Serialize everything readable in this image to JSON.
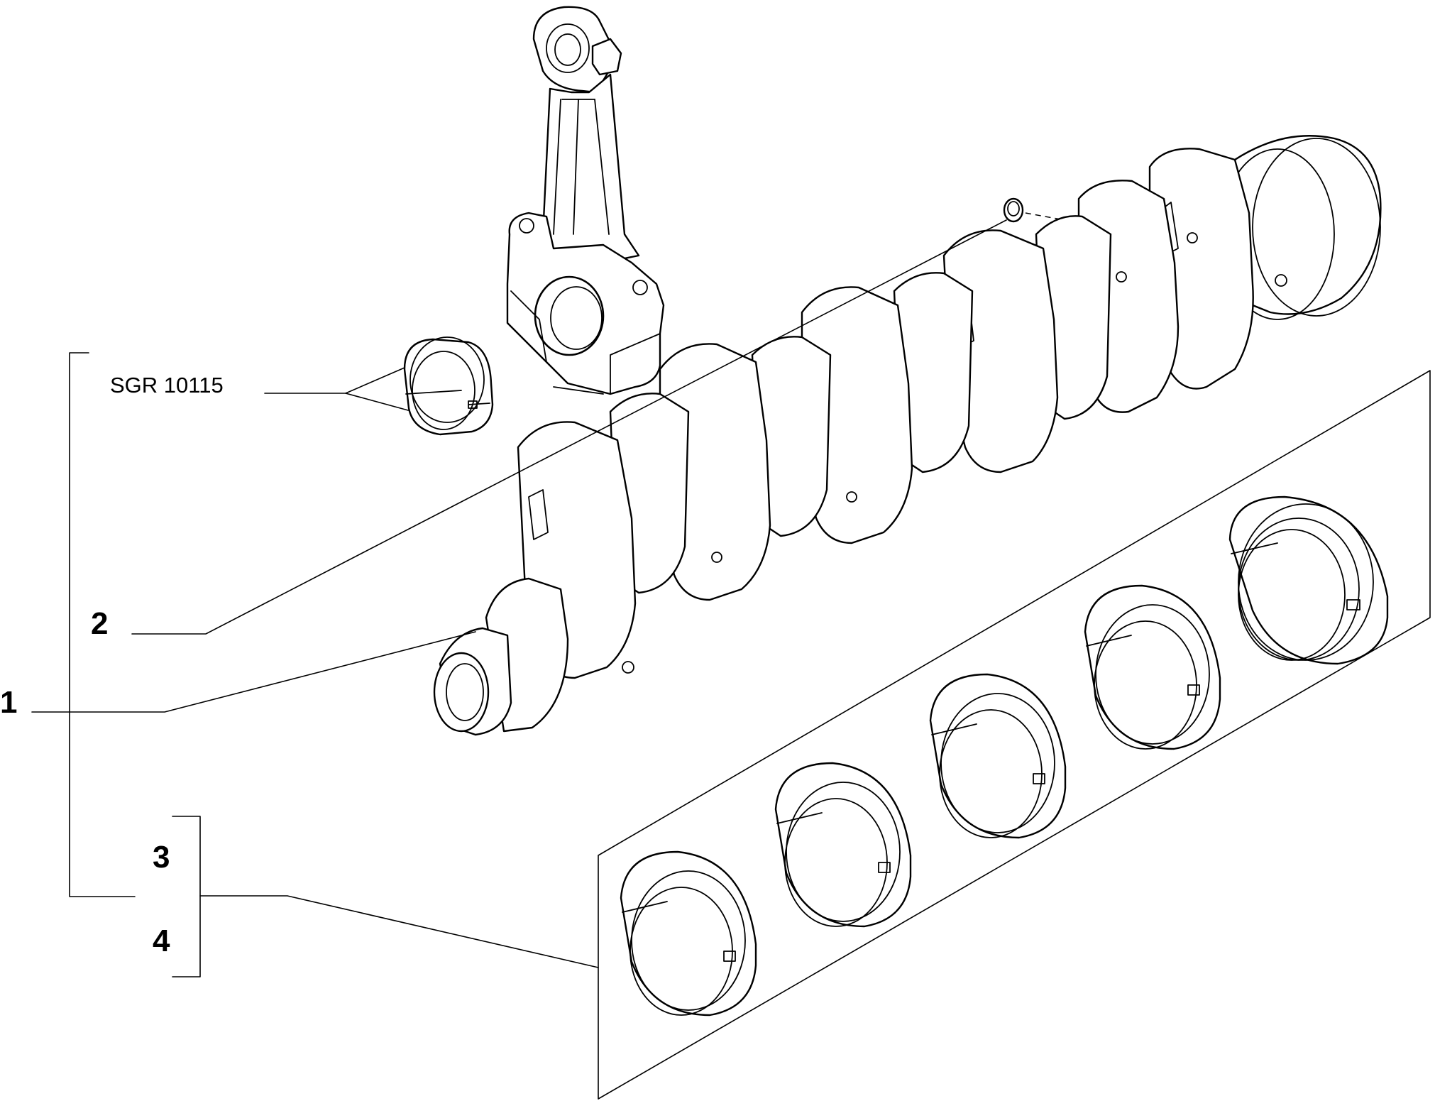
{
  "callouts": {
    "label_1": "1",
    "label_2": "2",
    "label_3": "3",
    "label_4": "4",
    "reference_code": "SGR 10115"
  },
  "parts": [
    {
      "id": "connecting-rod",
      "icon": "connecting-rod"
    },
    {
      "id": "con-rod-bearing-shell",
      "icon": "bearing-shell"
    },
    {
      "id": "crankshaft",
      "icon": "crankshaft"
    },
    {
      "id": "pilot-bushing",
      "icon": "bushing"
    },
    {
      "id": "main-bearing-shells",
      "icon": "bearing-shell",
      "count": 5
    }
  ]
}
